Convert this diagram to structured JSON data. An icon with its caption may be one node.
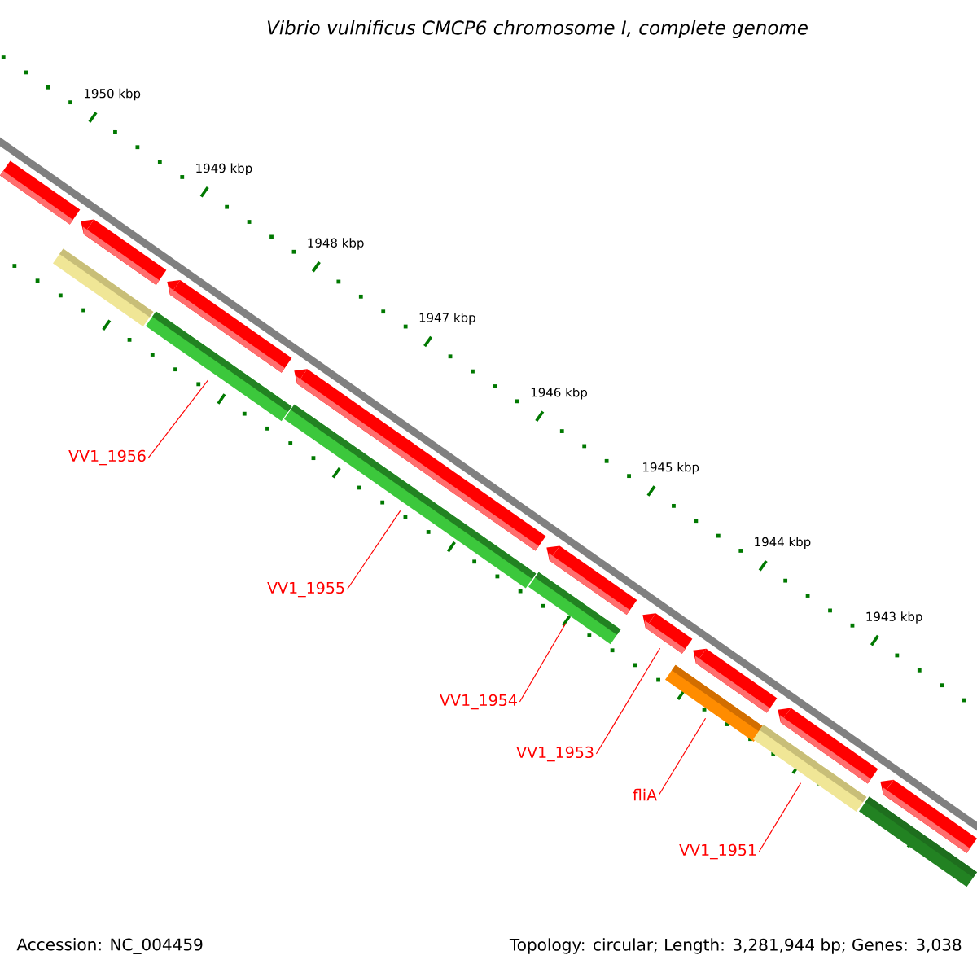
{
  "diagram": {
    "title": "Vibrio vulnificus CMCP6 chromosome I, complete genome",
    "nodes": [
      {
        "text": [
          "VV1_1956"
        ]
      },
      {
        "text": [
          "VV1_1955"
        ]
      },
      {
        "text": [
          "VV1_1954"
        ]
      },
      {
        "text": [
          "VV1_1953"
        ]
      },
      {
        "text": [
          "fliA"
        ]
      },
      {
        "text": [
          "VV1_1951"
        ]
      },
      {
        "text": [],
        "shape": "pentagon"
      },
      {
        "text": [],
        "shape": "bar"
      },
      {
        "text": [],
        "shape": "pentagon"
      },
      {
        "text": [],
        "shape": "bar"
      },
      {
        "text": [],
        "shape": "pentagon"
      },
      {
        "text": [],
        "shape": "bar"
      },
      {
        "text": [],
        "shape": "pentagon"
      },
      {
        "text": [],
        "shape": "bar"
      },
      {
        "text": [],
        "shape": "pentagon"
      },
      {
        "text": [],
        "shape": "pentagon"
      },
      {
        "text": [],
        "shape": "bar"
      },
      {
        "text": [],
        "shape": "pentagon"
      },
      {
        "text": [],
        "shape": "bar"
      },
      {
        "text": [],
        "shape": "pentagon"
      },
      {
        "text": [],
        "shape": "bar"
      },
      {
        "text": [],
        "shape": "pentagon"
      }
    ],
    "edges": [
      {
        "from": 0,
        "to": 9,
        "arrow": "none",
        "color": "#ff0000"
      },
      {
        "from": 1,
        "to": 11,
        "arrow": "none",
        "color": "#ff0000"
      },
      {
        "from": 2,
        "to": 13,
        "arrow": "none",
        "color": "#ff0000"
      },
      {
        "from": 3,
        "to": 15,
        "arrow": "none",
        "color": "#ff0000"
      },
      {
        "from": 4,
        "to": 16,
        "arrow": "none",
        "color": "#ff0000"
      },
      {
        "from": 5,
        "to": 18,
        "arrow": "none",
        "color": "#ff0000"
      }
    ],
    "labels": [
      "1950 kbp",
      "1949 kbp",
      "1948 kbp",
      "1947 kbp",
      "1946 kbp",
      "1945 kbp",
      "1944 kbp",
      "1943 kbp",
      "Accession: NC_004459",
      "Topology: circular; Length: 3,281,944 bp; Genes: 3,038"
    ]
  }
}
